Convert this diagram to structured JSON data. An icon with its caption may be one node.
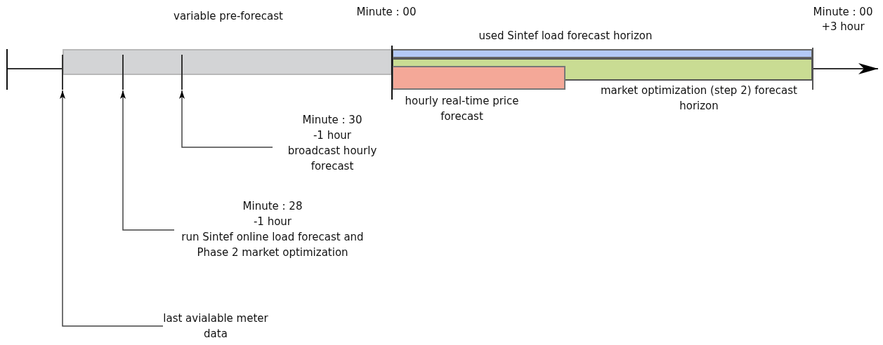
{
  "diagram": {
    "nodes": [
      {
        "text": [
          "variable pre-forecast"
        ]
      },
      {
        "text": [
          "used Sintef load forecast horizon"
        ]
      },
      {
        "text": [
          "market optimization (step 2) forecast horizon"
        ]
      },
      {
        "text": [
          "hourly real-time price forecast"
        ]
      },
      {
        "text": [],
        "shape": "bar"
      },
      {
        "text": [],
        "shape": "bar"
      },
      {
        "text": [],
        "shape": "bar"
      },
      {
        "text": [
          "Minute : 30",
          "-1 hour",
          "broadcast hourly forecast"
        ]
      },
      {
        "text": [
          "Minute : 28",
          "-1 hour",
          "run Sintef online load forecast and Phase 2 market optimization"
        ]
      },
      {
        "text": [
          "last avialable meter data"
        ]
      }
    ],
    "edges": [
      {
        "from": 7,
        "to": 6,
        "arrow": "to"
      },
      {
        "from": 8,
        "to": 5,
        "arrow": "to"
      },
      {
        "from": 9,
        "to": 4,
        "arrow": "to"
      }
    ],
    "labels": [
      "Minute : 00",
      "Minute : 00",
      "+3 hour"
    ]
  }
}
